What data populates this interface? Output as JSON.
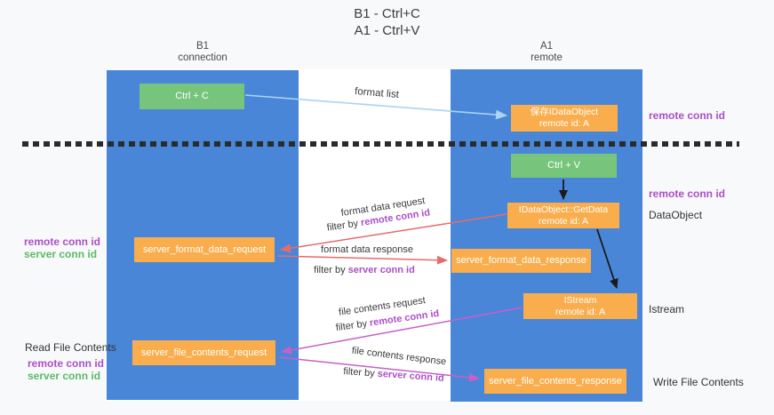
{
  "title": {
    "line1": "B1 - Ctrl+C",
    "line2": "A1 - Ctrl+V"
  },
  "lanes": {
    "left": {
      "name": "B1",
      "role": "connection"
    },
    "right": {
      "name": "A1",
      "role": "remote"
    }
  },
  "boxes": {
    "ctrl_c": {
      "label": "Ctrl + C"
    },
    "save_idataobject": {
      "line1": "保存IDataObject",
      "line2": "remote id: A"
    },
    "ctrl_v": {
      "label": "Ctrl + V"
    },
    "getdata": {
      "line1": "IDataObject::GetData",
      "line2": "remote id: A"
    },
    "server_format_data_request": {
      "label": "server_format_data_request"
    },
    "server_format_data_response": {
      "label": "server_format_data_response"
    },
    "istream": {
      "line1": "IStream",
      "line2": "remote id: A"
    },
    "server_file_contents_request": {
      "label": "server_file_contents_request"
    },
    "server_file_contents_response": {
      "label": "server_file_contents_response"
    }
  },
  "arrows": {
    "format_list": "format list",
    "format_data_request": "format data request",
    "format_data_response": "format data response",
    "file_contents_request": "file contents request",
    "file_contents_response": "file contents response",
    "filter_by": "filter by",
    "remote_conn_id": "remote conn id",
    "server_conn_id": "server conn id"
  },
  "margin_labels": {
    "left": {
      "remote_conn_id_1": "remote conn id",
      "server_conn_id_1": "server conn id",
      "read_file_contents": "Read File Contents",
      "remote_conn_id_2": "remote conn id",
      "server_conn_id_2": "server conn id"
    },
    "right": {
      "remote_conn_id_1": "remote conn id",
      "remote_conn_id_2": "remote conn id",
      "dataobject": "DataObject",
      "istream": "Istream",
      "write_file_contents": "Write File Contents"
    }
  },
  "colors": {
    "lane_blue": "#4a86d8",
    "box_orange": "#f9ad4d",
    "box_green": "#77c57c",
    "arrow_lightblue": "#a9d4f2",
    "arrow_red": "#e96a6a",
    "arrow_magenta": "#c95fc9",
    "arrow_black": "#1a1a1a",
    "text_purple": "#ab4fc8",
    "text_green": "#5cb965"
  }
}
